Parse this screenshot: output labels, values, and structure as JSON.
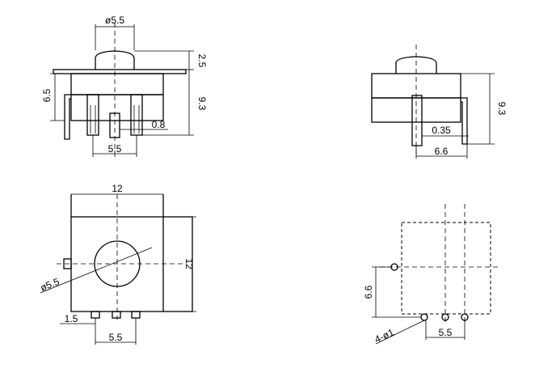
{
  "diagram": {
    "views": {
      "front": {
        "dim_knob_diameter": "ø5.5",
        "dim_knob_height": "2.5",
        "dim_body_height": "6.5",
        "dim_total_height": "9.3",
        "dim_pin_width": "0.8",
        "dim_pin_pitch": "5.5"
      },
      "side": {
        "dim_total_height": "9.3",
        "dim_pin_thickness": "0.35",
        "dim_pin_offset": "6.6"
      },
      "top": {
        "dim_width": "12",
        "dim_depth": "12",
        "dim_knob_diameter": "ø5.5",
        "dim_pin_offset": "1.5",
        "dim_pin_pitch": "5.5"
      },
      "pcb_layout": {
        "dim_row_spacing": "6.6",
        "dim_holes": "4-ø1",
        "dim_hole_pitch": "5.5"
      }
    }
  }
}
